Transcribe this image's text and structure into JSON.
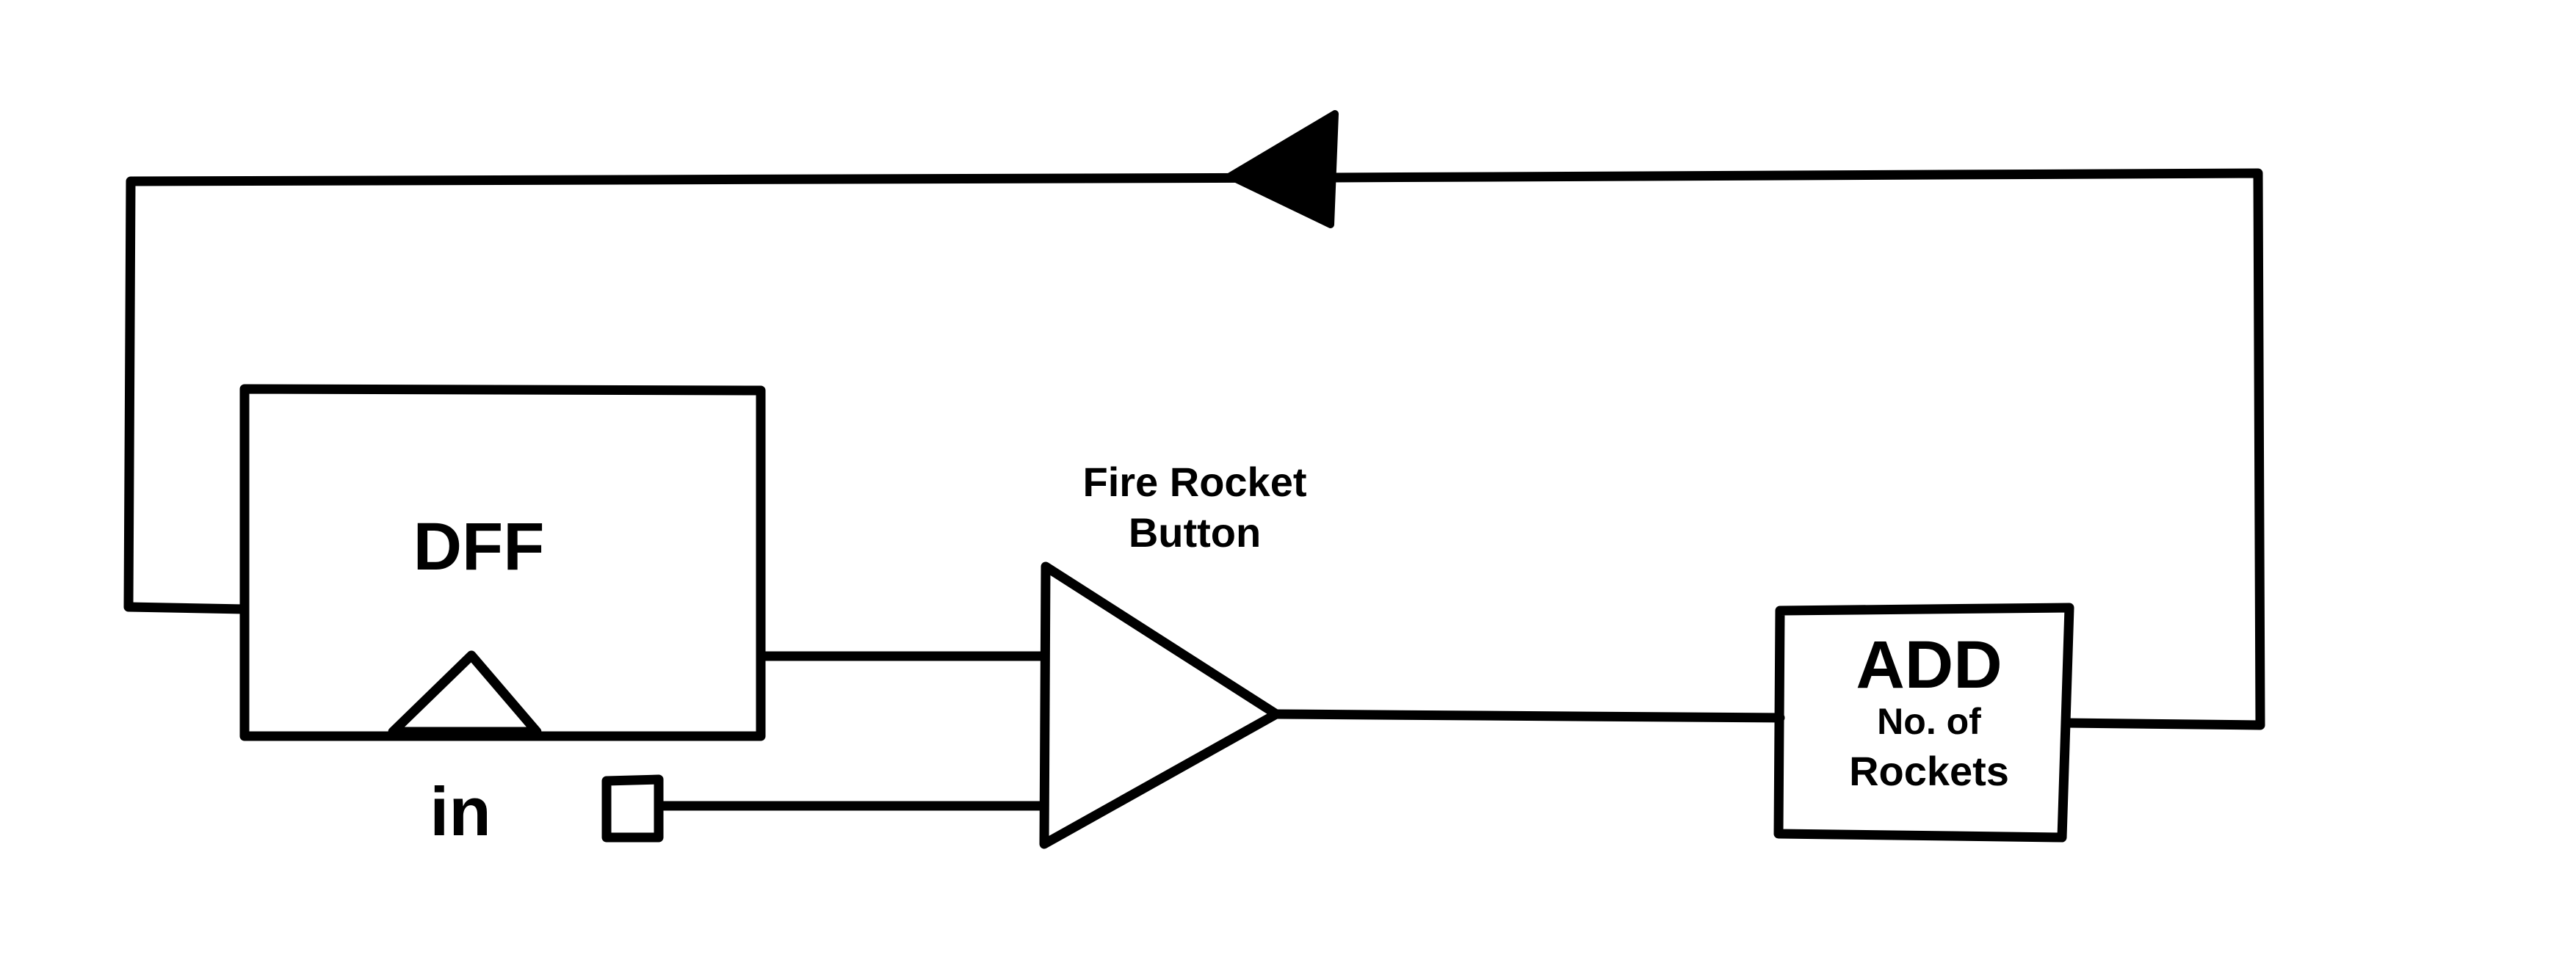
{
  "blocks": {
    "dff": {
      "label": "DFF"
    },
    "input": {
      "label": "in"
    },
    "button": {
      "label_line1": "Fire Rocket",
      "label_line2": "Button"
    },
    "adder": {
      "label": "ADD",
      "sub_line1": "No. of",
      "sub_line2": "Rockets"
    }
  },
  "colors": {
    "ink": "#000000",
    "background": "#ffffff"
  }
}
